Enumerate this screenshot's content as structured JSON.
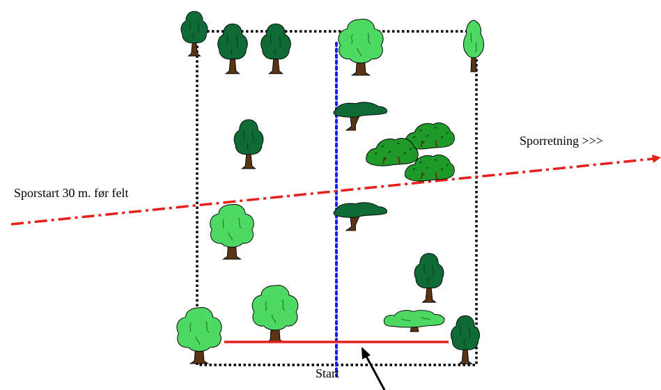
{
  "labels": {
    "direction": "Sporretning  >>>",
    "track_start": "Sporstart 30 m. før felt",
    "start": "Start"
  },
  "colors": {
    "field_border": "#000000",
    "center_line": "#1a1aff",
    "track_line": "#e8201c",
    "start_line": "#e8201c",
    "arrow": "#000000",
    "tree_dark": "#0f6b35",
    "tree_light": "#4dd964",
    "bush_green": "#1f9a2a",
    "trunk": "#5a3515"
  },
  "icons": [
    "tree-icon",
    "bush-icon",
    "acacia-icon"
  ]
}
